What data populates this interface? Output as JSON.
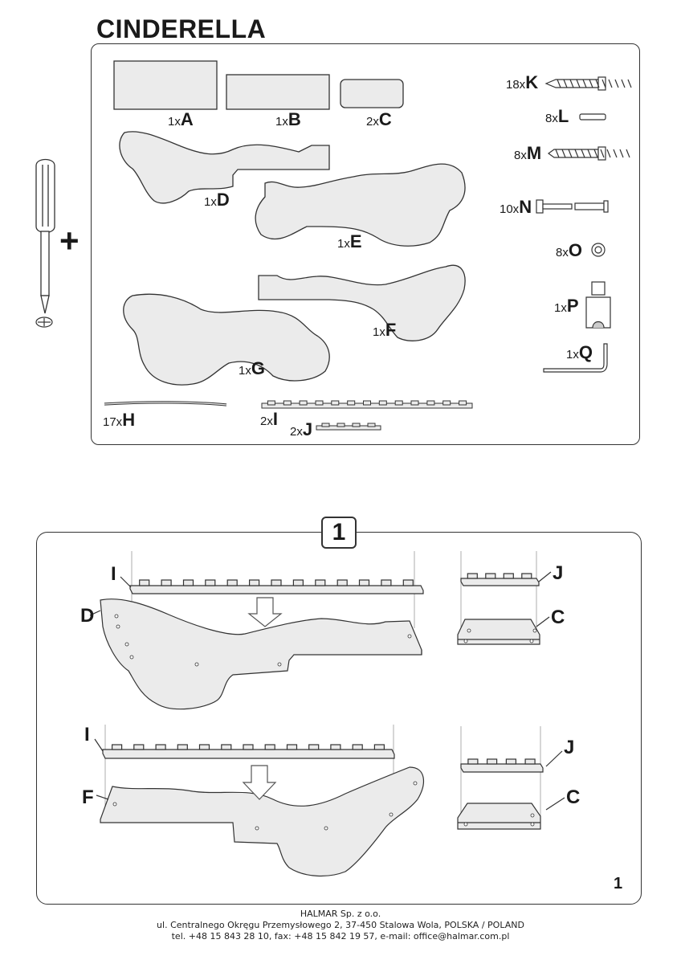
{
  "title": "CINDERELLA",
  "plus_symbol": "+",
  "parts": [
    {
      "qty": "1x",
      "letter": "A"
    },
    {
      "qty": "1x",
      "letter": "B"
    },
    {
      "qty": "2x",
      "letter": "C"
    },
    {
      "qty": "1x",
      "letter": "D"
    },
    {
      "qty": "1x",
      "letter": "E"
    },
    {
      "qty": "1x",
      "letter": "F"
    },
    {
      "qty": "1x",
      "letter": "G"
    },
    {
      "qty": "17x",
      "letter": "H"
    },
    {
      "qty": "2x",
      "letter": "I"
    },
    {
      "qty": "2x",
      "letter": "J"
    },
    {
      "qty": "18x",
      "letter": "K"
    },
    {
      "qty": "8x",
      "letter": "L"
    },
    {
      "qty": "8x",
      "letter": "M"
    },
    {
      "qty": "10x",
      "letter": "N"
    },
    {
      "qty": "8x",
      "letter": "O"
    },
    {
      "qty": "1x",
      "letter": "P"
    },
    {
      "qty": "1x",
      "letter": "Q"
    }
  ],
  "step": {
    "number": "1",
    "labels": {
      "I_top": "I",
      "D": "D",
      "J_top": "J",
      "C_top": "C",
      "I_bottom": "I",
      "F": "F",
      "J_bottom": "J",
      "C_bottom": "C"
    }
  },
  "page_number": "1",
  "footer": {
    "company": "HALMAR Sp. z o.o.",
    "address": "ul. Centralnego Okręgu Przemysłowego 2, 37-450 Stalowa Wola, POLSKA / POLAND",
    "contact": "tel. +48 15 843 28 10, fax: +48 15 842 19 57, e-mail: office@halmar.com.pl"
  },
  "colors": {
    "panel_fill": "#ebebeb",
    "line": "#333333"
  },
  "icons": [
    "screwdriver-icon",
    "phillips-tip-icon",
    "screw-icon",
    "dowel-icon",
    "bolt-icon",
    "cam-lock-icon",
    "glue-bottle-icon",
    "allen-key-icon",
    "arrow-down-icon"
  ]
}
